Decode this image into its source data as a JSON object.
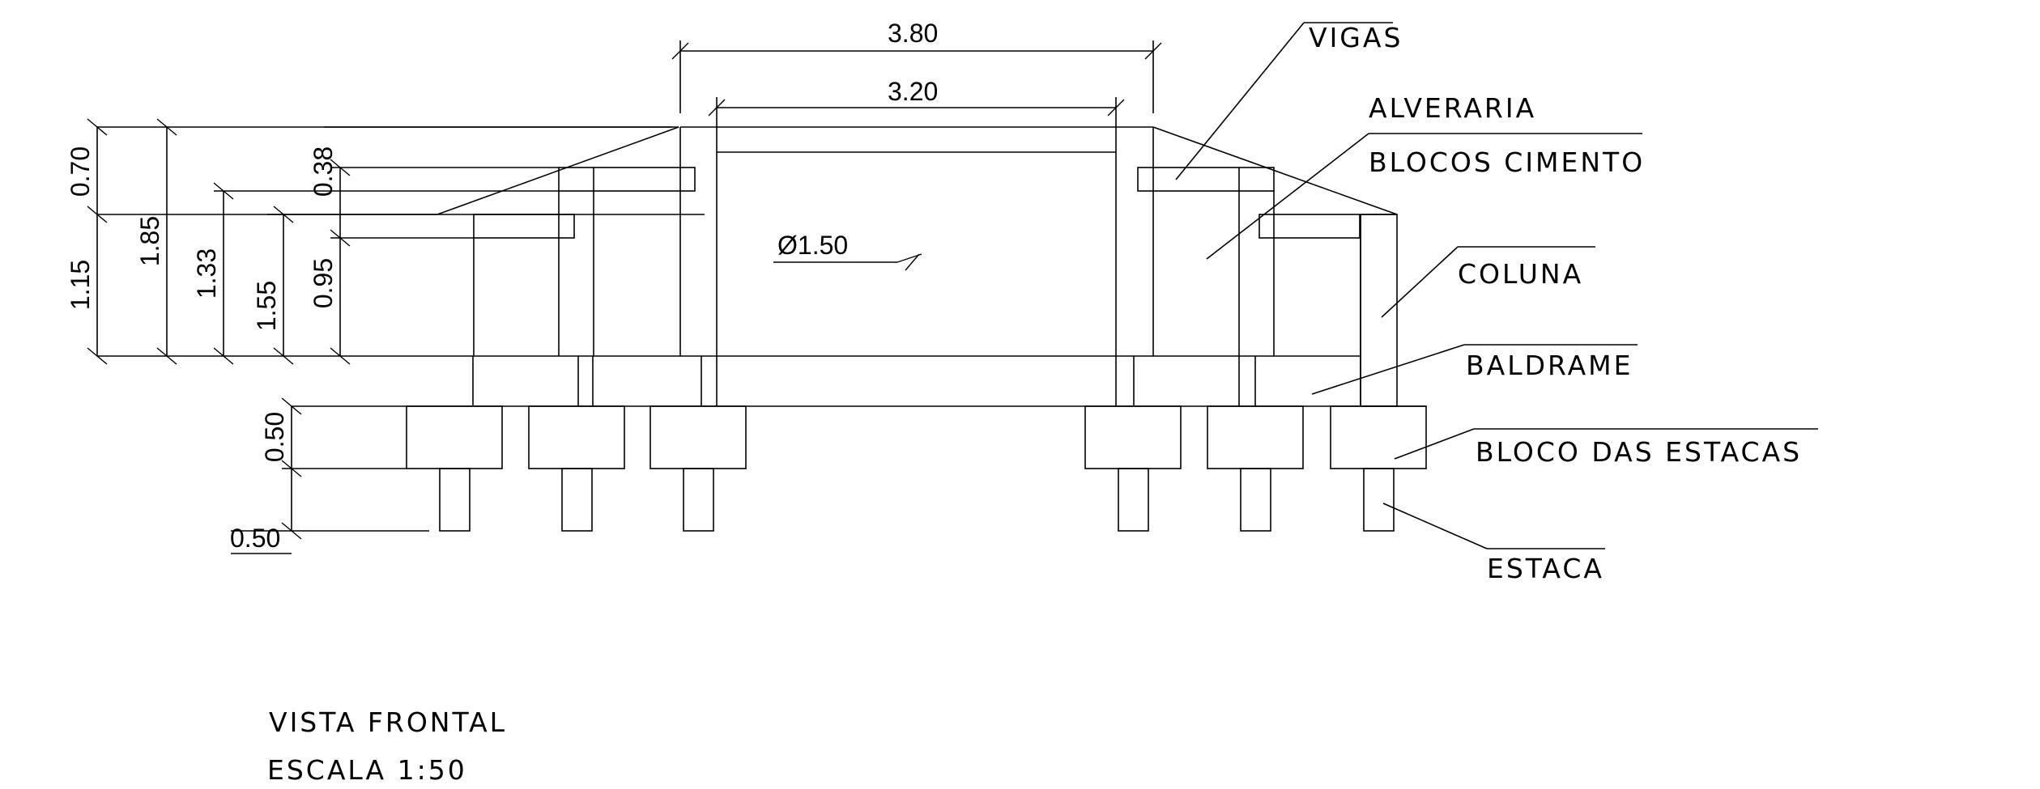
{
  "labels": {
    "vigas": "VIGAS",
    "alvenaria": "ALVERARIA",
    "blocos_cimento": "BLOCOS CIMENTO",
    "coluna": "COLUNA",
    "baldrame": "BALDRAME",
    "bloco_estacas": "BLOCO DAS ESTACAS",
    "estaca": "ESTACA"
  },
  "dimensions": {
    "overall_width": "3.80",
    "inner_width": "3.20",
    "diameter": "Ø1.50",
    "h_070": "0.70",
    "h_115": "1.15",
    "h_185": "1.85",
    "h_133": "1.33",
    "h_155": "1.55",
    "h_038": "0.38",
    "h_095": "0.95",
    "h_050_block": "0.50",
    "h_050_pile": "0.50"
  },
  "title": {
    "view": "VISTA FRONTAL",
    "scale": "ESCALA 1:50"
  }
}
